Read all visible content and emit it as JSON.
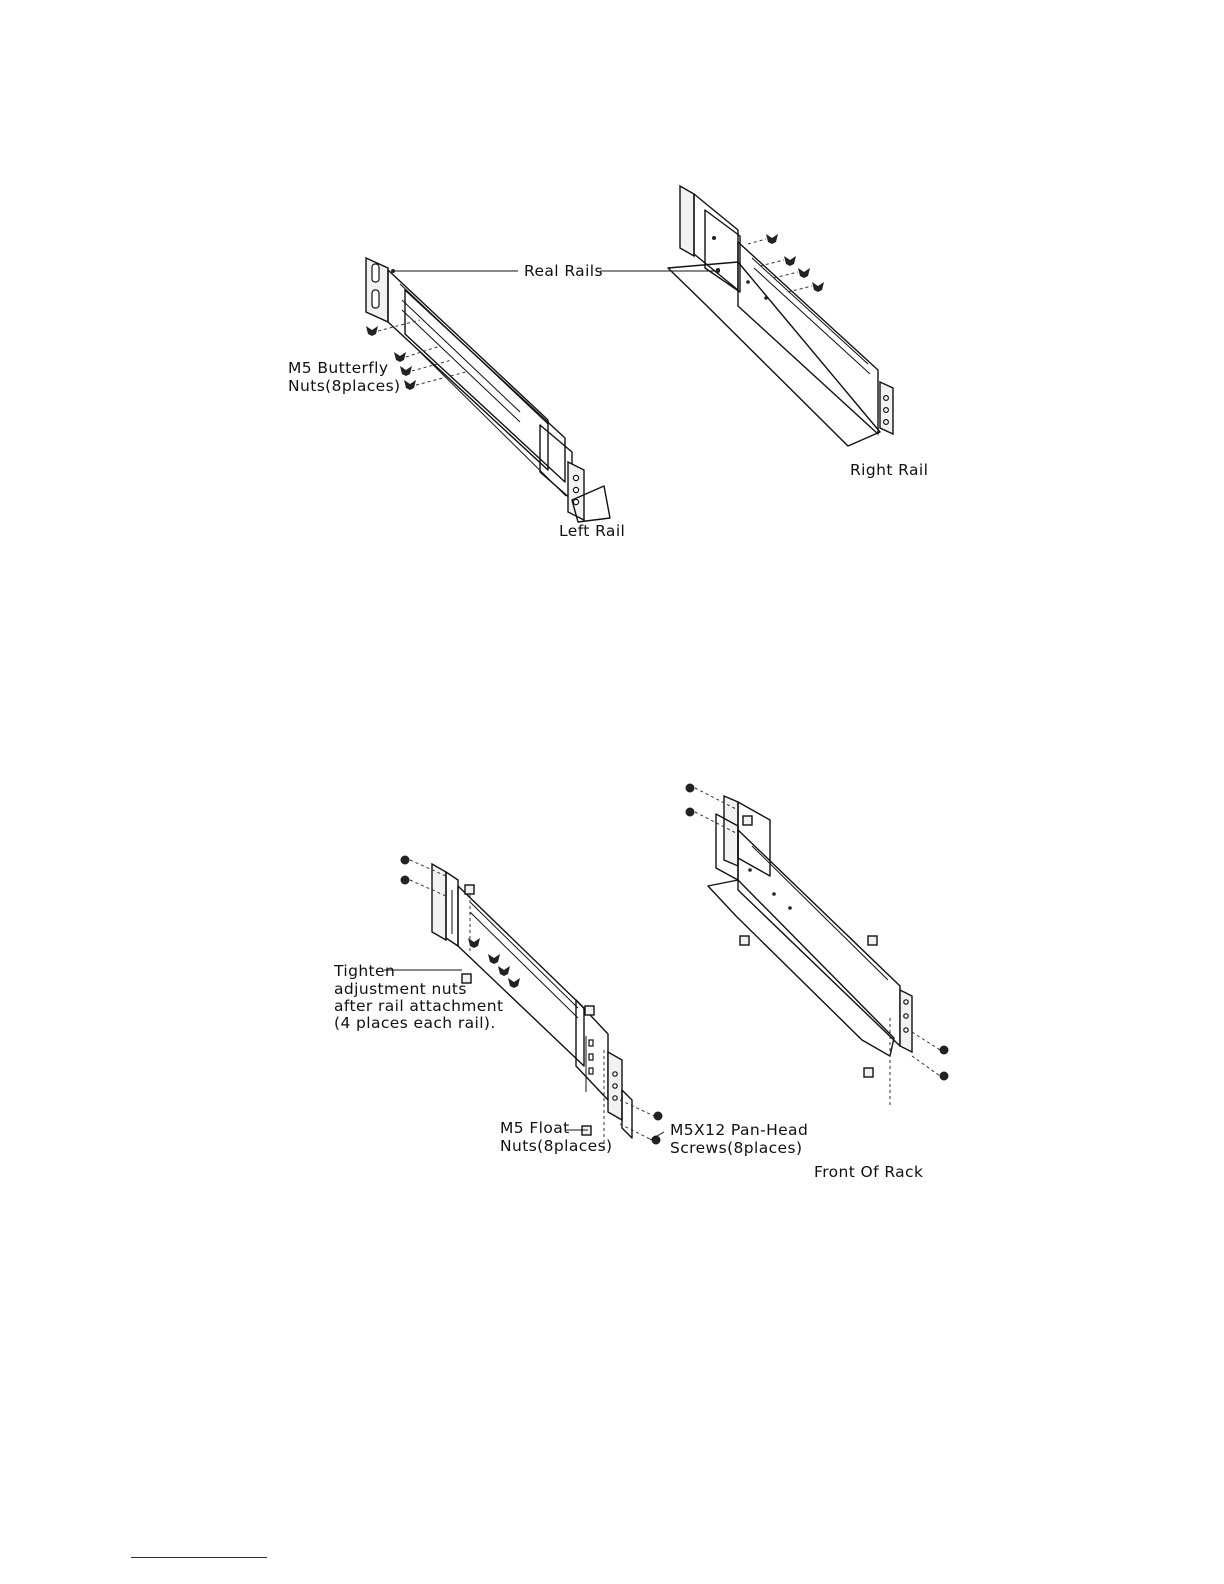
{
  "figure_top": {
    "labels": {
      "real_rails": "Real Rails",
      "butterfly_nuts_line1": "M5  Butterfly",
      "butterfly_nuts_line2": "Nuts(8places)",
      "left_rail": "Left Rail",
      "right_rail": "Right Rail"
    }
  },
  "figure_bottom": {
    "labels": {
      "tighten_line1": "Tighten",
      "tighten_line2": "adjustment nuts",
      "tighten_line3": "after rail attachment",
      "tighten_line4": "(4 places each rail).",
      "float_nuts_line1": "M5  Float",
      "float_nuts_line2": "Nuts(8places)",
      "screws_line1": "M5X12  Pan-Head",
      "screws_line2": "Screws(8places)",
      "front_of_rack": "Front Of Rack"
    }
  },
  "icons": {
    "butterfly_nut": "butterfly-nut-icon",
    "float_nut": "float-nut-icon",
    "pan_head_screw": "screw-icon"
  },
  "colors": {
    "line": "#111111",
    "footer_rule": "#1f1f9f"
  }
}
